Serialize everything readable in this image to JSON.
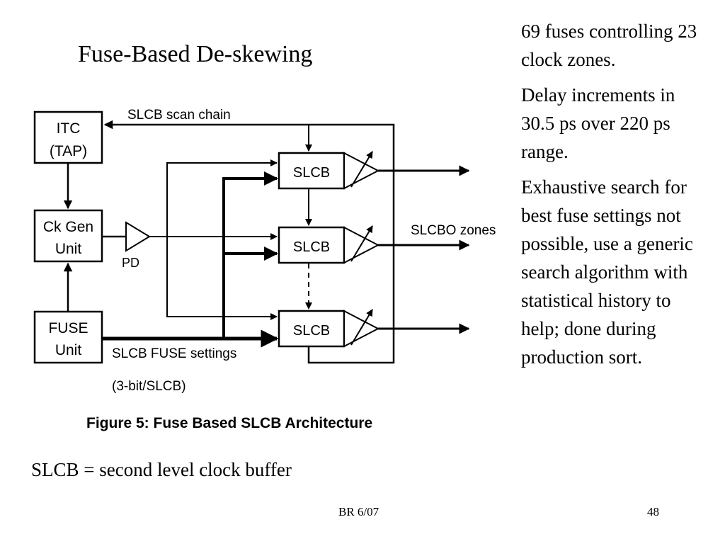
{
  "slide": {
    "title": "Fuse-Based De-skewing",
    "bullets": [
      "69 fuses controlling 23 clock zones.",
      "Delay increments in 30.5 ps over 220 ps range.",
      "Exhaustive search for best fuse settings not possible, use a generic search algorithm with statistical history to help; done during production sort."
    ],
    "footnote": "SLCB = second level clock buffer",
    "footer_left": "BR 6/07",
    "page_number": "48"
  },
  "figure": {
    "caption": "Figure 5: Fuse Based SLCB Architecture",
    "blocks": {
      "itc_line1": "ITC",
      "itc_line2": "(TAP)",
      "ckgen_line1": "Ck Gen",
      "ckgen_line2": "Unit",
      "fuse_line1": "FUSE",
      "fuse_line2": "Unit",
      "slcb": "SLCB",
      "pd": "PD"
    },
    "labels": {
      "scan_chain": "SLCB scan chain",
      "zones": "SLCBO zones",
      "fuse_settings": "SLCB FUSE settings",
      "fuse_bits": "(3-bit/SLCB)"
    }
  }
}
